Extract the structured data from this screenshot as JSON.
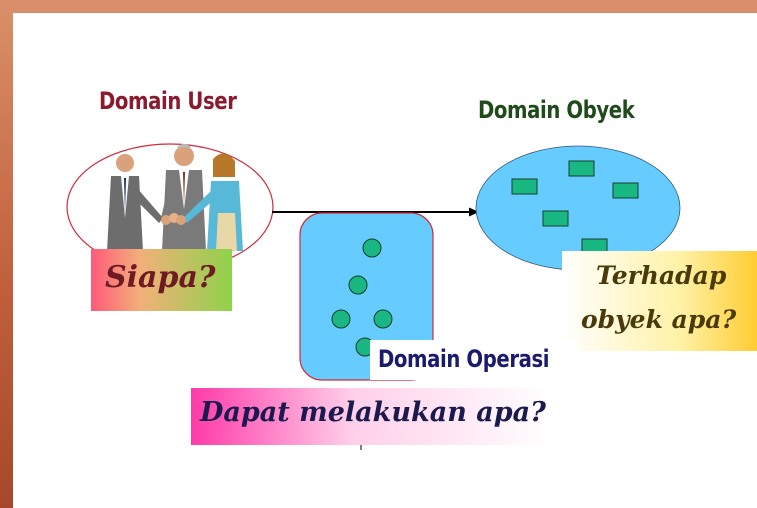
{
  "domain_user": {
    "title": "Domain User",
    "question": "Siapa?"
  },
  "domain_obyek": {
    "title": "Domain Obyek",
    "question_line1": "Terhadap",
    "question_line2": "obyek apa?"
  },
  "domain_operasi": {
    "title": "Domain Operasi",
    "question": "Dapat melakukan apa?"
  },
  "colors": {
    "user_title": "#8b1a2e",
    "obyek_title": "#1f4a1a",
    "operasi_title": "#1a1a6e",
    "bubble_fill": "#66ccff",
    "square_fill": "#19b882",
    "oval_outline": "#d12a3a",
    "question_text": "#6e1a22"
  },
  "icons": [
    "people-handshake-icon",
    "object-square-icon",
    "operation-circle-icon"
  ]
}
